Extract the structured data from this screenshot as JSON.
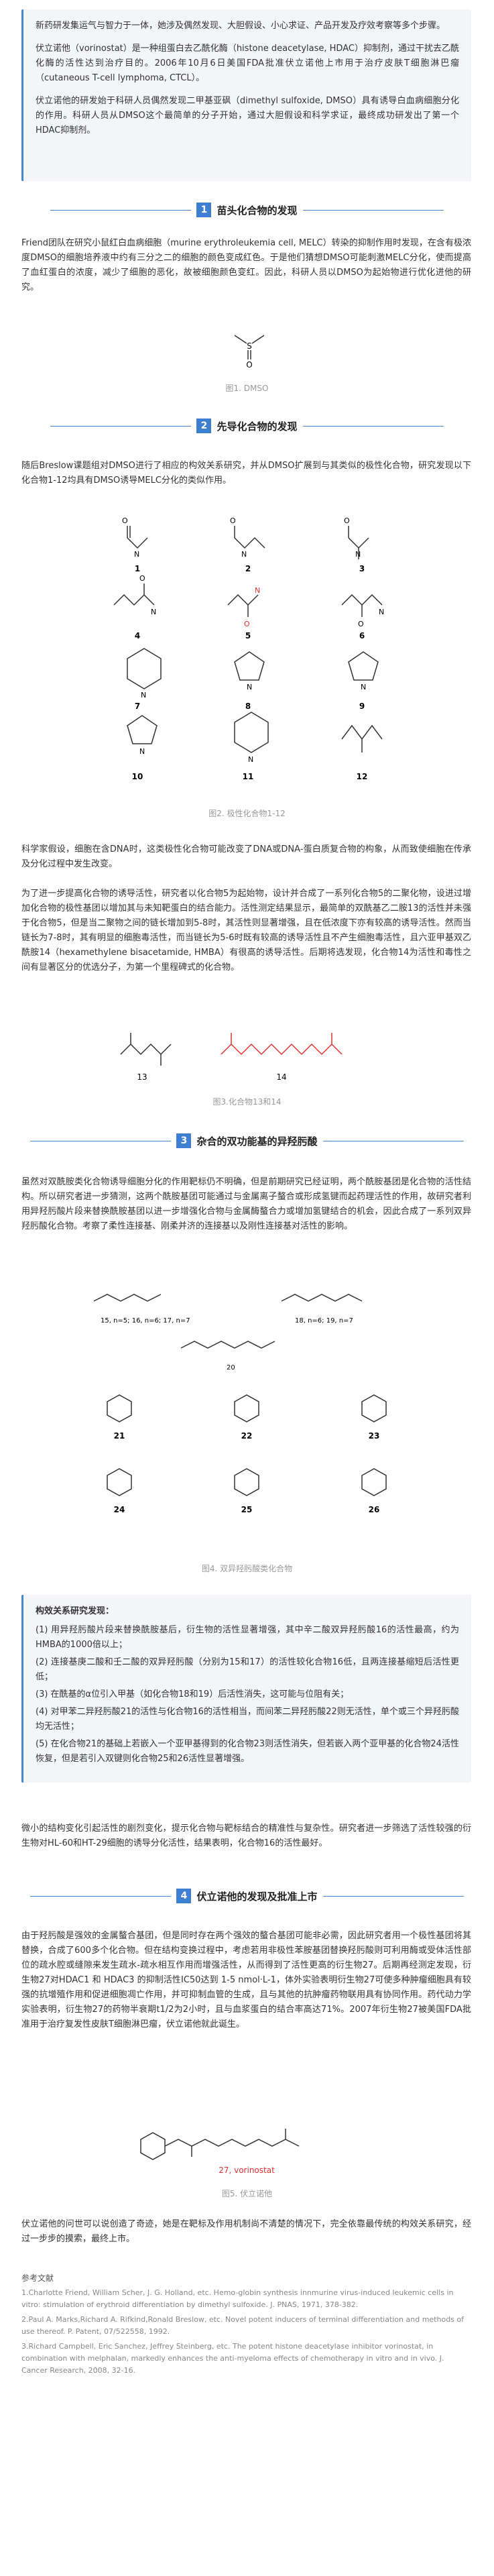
{
  "intro_card": {
    "p1": "新药研发集运气与智力于一体，她涉及偶然发现、大胆假设、小心求证、产品开发及疗效考察等多个步骤。",
    "p2": "伏立诺他（vorinostat）是一种组蛋白去乙酰化酶（histone deacetylase, HDAC）抑制剂，通过干扰去乙酰化酶的活性达到治疗目的。2006年10月6日美国FDA批准伏立诺他上市用于治疗皮肤T细胞淋巴瘤（cutaneous T-cell lymphoma, CTCL）。",
    "p3": "伏立诺他的研发始于科研人员偶然发现二甲基亚砜（dimethyl sulfoxide, DMSO）具有诱导白血病细胞分化的作用。科研人员从DMSO这个最简单的分子开始，通过大胆假设和科学求证，最终成功研发出了第一个HDAC抑制剂。"
  },
  "s1": {
    "num": "1",
    "title": "苗头化合物的发现",
    "text": "Friend团队在研究小鼠红白血病细胞（murine erythroleukemia cell, MELC）转染的抑制作用时发现，在含有极浓度DMSO的细胞培养液中约有三分之二的细胞的颜色变成红色。于是他们猜想DMSO可能刺激MELC分化，使而提高了血红蛋白的浓度，减少了细胞的恶化，故被细胞颜色变红。因此，科研人员以DMSO为起始物进行优化进他的研究。",
    "fig_label_s": "S",
    "fig_label_o": "O",
    "caption": "图1. DMSO"
  },
  "s2": {
    "num": "2",
    "title": "先导化合物的发现",
    "text": "随后Breslow课题组对DMSO进行了相应的构效关系研究，并从DMSO扩展到与其类似的极性化合物，研究发现以下化合物1-12均具有DMSO诱导MELC分化的类似作用。",
    "numbers": [
      "1",
      "2",
      "3",
      "4",
      "5",
      "6",
      "7",
      "8",
      "9",
      "10",
      "11",
      "12"
    ],
    "caption": "图2. 极性化合物1-12",
    "text2": "科学家假设，细胞在含DNA时，这类极性化合物可能改变了DNA或DNA-蛋白质复合物的构象，从而致使细胞在传承及分化过程中发生改变。",
    "text3": "为了进一步提高化合物的诱导活性，研究者以化合物5为起始物，设计并合成了一系列化合物5的二聚化物，设进过增加化合物的极性基团以增加其与未知靶蛋白的结合能力。活性测定结果显示，最简单的双酰基乙二胺13的活性并未强于化合物5，但是当二聚物之间的链长增加到5-8时，其活性则显著增强，且在低浓度下亦有较高的诱导活性。然而当链长为7-8时，其有明显的细胞毒活性，而当链长为5-6时既有较高的诱导活性且不产生细胞毒活性，且六亚甲基双乙酰胺14（hexamethylene bisacetamide, HMBA）有很高的诱导活性。后期将选发现，化合物14为活性和毒性之间有显著区分的优选分子，为第一个里程碑式的化合物。",
    "caption2": "图3.化合物13和14",
    "n13": "13",
    "n14": "14"
  },
  "s3": {
    "num": "3",
    "title": "杂合的双功能基的异羟肟酸",
    "text": "虽然对双酰胺类化合物诱导细胞分化的作用靶标仍不明确，但是前期研究已经证明，两个酰胺基团是化合物的活性结构。所以研究者进一步猜测，这两个酰胺基团可能通过与金属离子螯合或形成氢键而起药理活性的作用，故研究者利用异羟肟酸片段来替换酰胺基团以进一步增强化合物与金属酶螯合力或增加氢键结合的机会，因此合成了一系列双异羟肟酸化合物。考察了柔性连接基、刚柔并济的连接基以及刚性连接基对活性的影响。",
    "labels_top": [
      "15, n=5; 16, n=6; 17, n=7",
      "18, n=6; 19, n=7",
      "20"
    ],
    "numbers": [
      "21",
      "22",
      "23",
      "24",
      "25",
      "26"
    ],
    "caption": "图4. 双异羟肟酸类化合物",
    "sar_title": "构效关系研究发现：",
    "sar": [
      "(1) 用异羟肟酸片段来替换酰胺基后，衍生物的活性显著增强，其中辛二酸双异羟肟酸16的活性最高，约为HMBA的1000倍以上；",
      "(2) 连接基庚二酸和壬二酸的双异羟肟酸（分别为15和17）的活性较化合物16低，且两连接基缩短后活性更低；",
      "(3) 在酰基的α位引入甲基（如化合物18和19）后活性消失，这可能与位阻有关；",
      "(4) 对甲苯二异羟肟酸21的活性与化合物16的活性相当，而间苯二异羟肟酸22则无活性，单个或三个异羟肟酸均无活性；",
      "(5) 在化合物21的基础上若嵌入一个亚甲基得到的化合物23则活性消失，但若嵌入两个亚甲基的化合物24活性恢复，但是若引入双键则化合物25和26活性显著增强。"
    ],
    "text2": "微小的结构变化引起活性的剧烈变化，提示化合物与靶标结合的精准性与复杂性。研究者进一步筛选了活性较强的衍生物对HL-60和HT-29细胞的诱导分化活性，结果表明，化合物16的活性最好。"
  },
  "s4": {
    "num": "4",
    "title": "伏立诺他的发现及批准上市",
    "text": "由于羟肟酸是强效的金属螯合基团，但是同时存在两个强效的螯合基团可能非必需，因此研究者用一个极性基团将其替换，合成了600多个化合物。但在结构变换过程中，考虑若用非极性苯胺基团替换羟肟酸则可利用酶或受体活性部位的疏水腔或缝隙来发生疏水-疏水相互作用而增强活性，从而得到了活性更高的衍生物27。后期再经测定发现，衍生物27对HDAC1 和 HDAC3 的抑制活性IC50达到 1-5 nmol·L-1，体外实验表明衍生物27可使多种肿瘤细胞具有较强的抗增殖作用和促进细胞凋亡作用，并可抑制血管的生成，且与其他的抗肿瘤药物联用具有协同作用。药代动力学实验表明，衍生物27的药物半衰期t1/2为2小时，且与血浆蛋白的结合率高达71%。2007年衍生物27被美国FDA批准用于治疗复发性皮肤T细胞淋巴瘤，伏立诺他就此诞生。",
    "n27": "27, vorinostat",
    "caption": "图5. 伏立诺他",
    "text2": "伏立诺他的问世可以说创造了奇迹，她是在靶标及作用机制尚不清楚的情况下，完全依靠最传统的构效关系研究，经过一步步的摸索，最终上市。"
  },
  "refs": {
    "head": "参考文献",
    "items": [
      "1.Charlotte Friend, William Scher, J. G. Holland, etc. Hemo-globin synthesis innmurine virus-induced leukemic cells in vitro: stimulation of erythroid differentiation by dimethyl sulfoxide. J. PNAS, 1971, 378-382.",
      "2.Paul A. Marks,Richard A. Rifkind,Ronald Breslow, etc. Novel potent inducers of terminal differentiation and methods of use thereof. P. Patent, 07/522558, 1992.",
      "3.Richard Campbell, Eric Sanchez, Jeffrey Steinberg, etc. The potent histone deacetylase inhibitor vorinostat, in combination with melphalan, markedly enhances the anti-myeloma effects of chemotherapy in vitro and in vivo. J. Cancer Research, 2008, 32-16."
    ]
  }
}
